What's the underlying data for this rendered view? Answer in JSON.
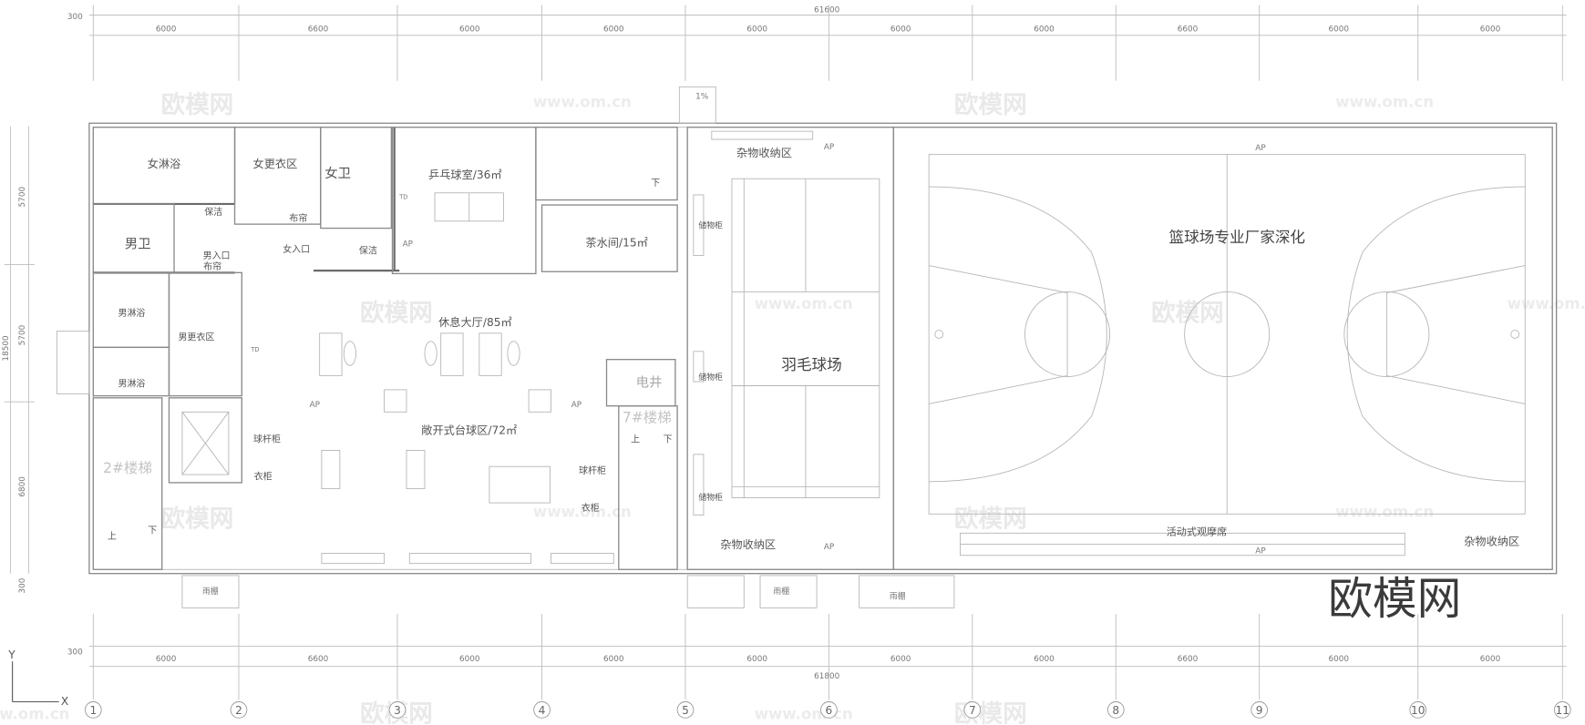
{
  "dimensions": {
    "top_total": "61600",
    "bottom_total": "61800",
    "offset": "300",
    "bays": [
      "6000",
      "6600",
      "6000",
      "6000",
      "6000",
      "6000",
      "6000",
      "6600",
      "6000",
      "6000"
    ],
    "left_total": "18500",
    "left_bays": [
      "5700",
      "5700",
      "6800"
    ],
    "left_offset": "300"
  },
  "axes": [
    "1",
    "2",
    "3",
    "4",
    "5",
    "6",
    "7",
    "8",
    "9",
    "10",
    "11"
  ],
  "rooms": {
    "women_shower": "女淋浴",
    "women_changing": "女更衣区",
    "women_toilet": "女卫",
    "pingpong": "乒乓球室/36㎡",
    "men_toilet": "男卫",
    "cleaning1": "保洁",
    "cleaning2": "保洁",
    "men_entrance": "男入口",
    "curtain1": "布帘",
    "curtain2": "布帘",
    "women_entrance": "女入口",
    "tea_room": "茶水间/15㎡",
    "sundry_top": "杂物收纳区",
    "men_shower1": "男淋浴",
    "men_shower2": "男淋浴",
    "men_changing": "男更衣区",
    "lounge": "休息大厅/85㎡",
    "billiards": "敞开式台球区/72㎡",
    "cue_rack1": "球杆柜",
    "cue_rack2": "球杆柜",
    "wardrobe1": "衣柜",
    "wardrobe2": "衣柜",
    "stair2": "2#楼梯",
    "stair7": "7#楼梯",
    "elec_shaft": "电井",
    "storage1": "储物柜",
    "storage2": "储物柜",
    "storage3": "储物柜",
    "badminton": "羽毛球场",
    "sundry_bottom": "杂物收纳区",
    "basketball": "篮球场专业厂家深化",
    "bleachers": "活动式观摩席",
    "sundry_right": "杂物收纳区",
    "up1": "上",
    "down1": "下",
    "up2": "上",
    "down2": "下",
    "down3": "下",
    "canopy": "雨棚",
    "slope": "1%",
    "ap": "AP",
    "td": "TD"
  },
  "watermark": {
    "logo": "欧模网",
    "url": "www.om.cn"
  },
  "ucs": {
    "x": "X",
    "y": "Y"
  }
}
